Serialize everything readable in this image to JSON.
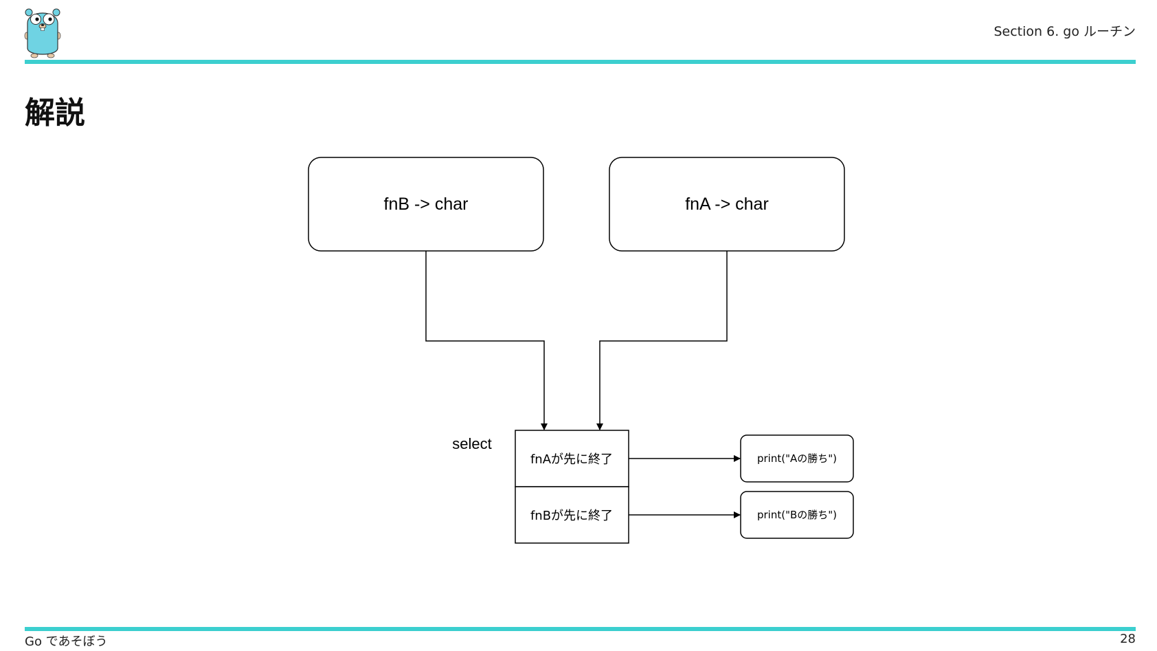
{
  "header": {
    "section": "Section 6. go ルーチン"
  },
  "title": "解説",
  "diagram": {
    "boxes": {
      "fnB": "fnB -> char",
      "fnA": "fnA -> char"
    },
    "select_label": "select",
    "select_cases": [
      "fnAが先に終了",
      "fnBが先に終了"
    ],
    "outputs": [
      "print(\"Aの勝ち\")",
      "print(\"Bの勝ち\")"
    ]
  },
  "footer": {
    "left": "Go であそぼう",
    "page": "28"
  },
  "colors": {
    "accent": "#3ccfcf",
    "gopher": "#6fd3e3"
  }
}
